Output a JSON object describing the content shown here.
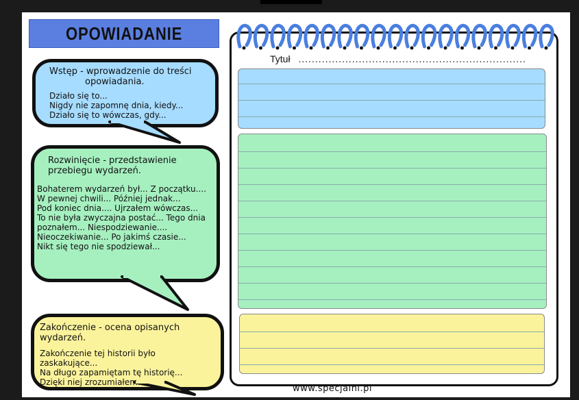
{
  "title": "OPOWIADANIE",
  "sections": {
    "intro": {
      "heading_line1": "Wstęp - wprowadzenie do treści",
      "heading_line2": "opowiadania.",
      "lines": [
        "Działo się to...",
        "Nigdy nie zapomnę dnia, kiedy...",
        "Działo się to wówczas, gdy..."
      ],
      "color": "#a6dcff"
    },
    "body": {
      "heading_line1": "Rozwinięcie - przedstawienie",
      "heading_line2": "przebiegu wydarzeń.",
      "lines": [
        "Bohaterem wydarzeń był...  Z początku....",
        "W pewnej chwili... Później jednak...",
        "Pod koniec dnia.... Ujrzałem wówczas...",
        "To nie była zwyczajna postać... Tego dnia",
        "poznałem... Niespodziewanie....",
        "Nieoczekiwanie... Po jakimś czasie...",
        "Nikt się tego nie spodziewał..."
      ],
      "color": "#a6f0c0"
    },
    "ending": {
      "heading": "Zakończenie - ocena opisanych wydarzeń.",
      "lines": [
        "Zakończenie tej historii było zaskakujące...",
        "Na długo zapamiętam tę historię...",
        "Dzięki niej zrozumiałem..."
      ],
      "color": "#fbf39c"
    }
  },
  "notebook": {
    "title_label": "Tytuł",
    "title_dots": "....................................................................",
    "ring_color": "#4a7fe0"
  },
  "footer": "www.specjalni.pl"
}
